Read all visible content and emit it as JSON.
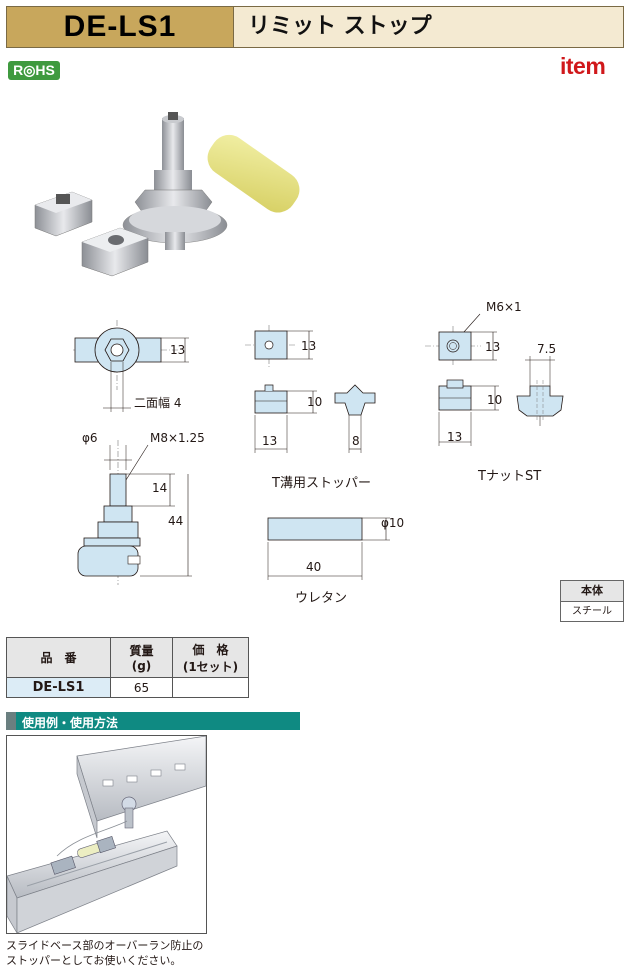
{
  "header": {
    "code": "DE-LS1",
    "title": "リミット ストップ"
  },
  "badges": {
    "rohs": "R◎HS",
    "brand": "item"
  },
  "drawings": {
    "assembly": {
      "dim_13": "13",
      "width_across_flats": "二面幅 4",
      "phi6": "φ6",
      "thread": "M8×1.25",
      "dim_14": "14",
      "dim_44": "44"
    },
    "t_slot_stopper": {
      "dim_13_top": "13",
      "dim_10": "10",
      "dim_13_bottom": "13",
      "dim_8": "8",
      "caption": "T溝用ストッパー"
    },
    "t_nut": {
      "thread": "M6×1",
      "dim_13_top": "13",
      "dim_7_5": "7.5",
      "dim_10": "10",
      "dim_13_bottom": "13",
      "caption": "TナットST"
    },
    "urethane": {
      "phi10": "φ10",
      "dim_40": "40",
      "caption": "ウレタン"
    }
  },
  "material": {
    "header": "本体",
    "value": "スチール"
  },
  "spec_table": {
    "headers": {
      "part_no": "品　番",
      "mass": "質量\n(g)",
      "price": "価　格\n(1セット)"
    },
    "rows": [
      {
        "part_no": "DE-LS1",
        "mass": "65",
        "price": ""
      }
    ]
  },
  "usage": {
    "section_title": "使用例・使用方法",
    "note_line1": "スライドベース部のオーバーラン防止の",
    "note_line2": "ストッパーとしてお使いください。"
  }
}
